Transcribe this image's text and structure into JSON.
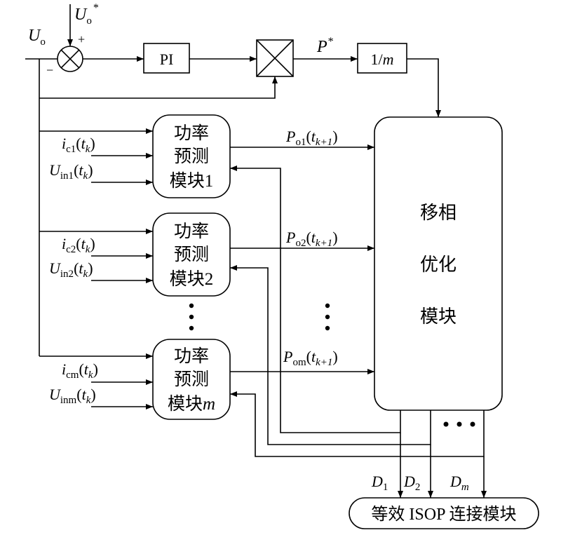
{
  "feedback": {
    "uo_label": "U",
    "uo_sub": "o",
    "uo_ref_label": "U",
    "uo_ref_sub": "o",
    "uo_ref_sup": "*",
    "plus_sign": "+",
    "minus_sign": "−"
  },
  "blocks": {
    "pi": "PI",
    "p_ref_label": "P",
    "p_ref_sup": "*",
    "divider_num": "1/",
    "divider_den": "m"
  },
  "predictors": [
    {
      "line1": "功率",
      "line2": "预测",
      "line3_text": "模块",
      "line3_idx": "1",
      "ic_sub": "c1",
      "uin_sub": "in1",
      "po_sub": "o1"
    },
    {
      "line1": "功率",
      "line2": "预测",
      "line3_text": "模块",
      "line3_idx": "2",
      "ic_sub": "c2",
      "uin_sub": "in2",
      "po_sub": "o2"
    },
    {
      "line1": "功率",
      "line2": "预测",
      "line3_text": "模块",
      "line3_idx": "m",
      "ic_sub": "cm",
      "uin_sub": "inm",
      "po_sub": "om"
    }
  ],
  "signals": {
    "i_label": "i",
    "u_label": "U",
    "p_label": "P",
    "t_label": "t",
    "k_sub": "k",
    "k1_sub": "k+1"
  },
  "optimizer": {
    "line1": "移相",
    "line2": "优化",
    "line3": "模块"
  },
  "outputs": {
    "d_label": "D",
    "d1_sub": "1",
    "d2_sub": "2",
    "dm_sub": "m"
  },
  "isop": {
    "label": "等效 ISOP 连接模块"
  }
}
